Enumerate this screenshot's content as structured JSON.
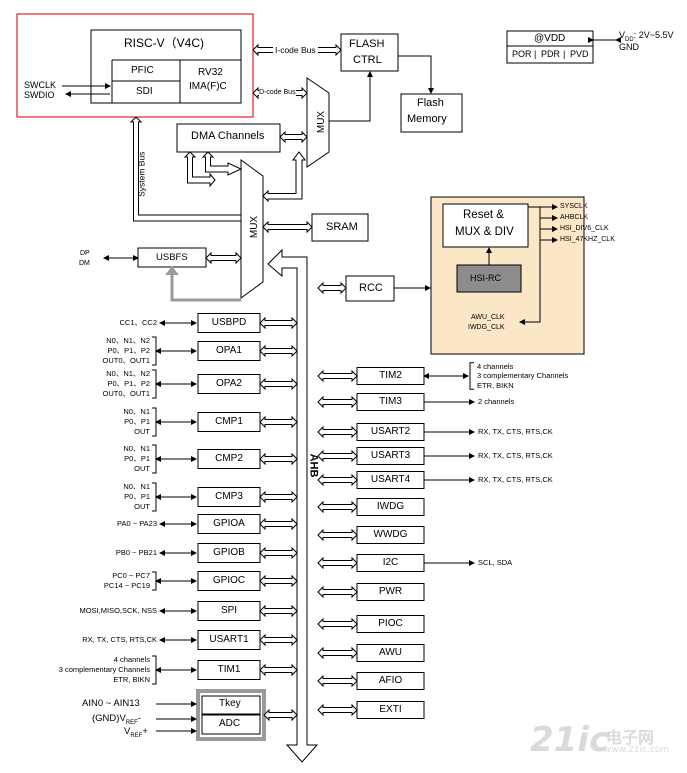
{
  "core": {
    "title": "RISC-V（V4C)",
    "pfic": "PFIC",
    "sdi": "SDI",
    "rv32_line1": "RV32",
    "rv32_line2": "IMA(F)C",
    "swclk": "SWCLK",
    "swdio": "SWDIO"
  },
  "buses": {
    "icode": "I-code Bus",
    "dcode": "D-code Bus",
    "system": "System Bus",
    "ahb": "AHB",
    "mux": "MUX"
  },
  "flash_ctrl": {
    "line1": "FLASH",
    "line2": "CTRL"
  },
  "flash_memory": {
    "line1": "Flash",
    "line2": "Memory"
  },
  "dma": "DMA Channels",
  "sram": "SRAM",
  "rcc": "RCC",
  "usbfs": {
    "name": "USBFS",
    "pins": [
      "DP",
      "DM"
    ]
  },
  "vdd": {
    "title": "@VDD",
    "items": [
      "POR",
      "PDR",
      "PVD"
    ],
    "vdd_range": "V",
    "vdd_sub": "DD",
    "vdd_rest": ": 2V~5.5V",
    "gnd": "GND"
  },
  "clock": {
    "reset_mux_line1": "Reset &",
    "reset_mux_line2": "MUX & DIV",
    "hsi_rc": "HSI-RC",
    "outputs": [
      "SYSCLK",
      "AHBCLK",
      "HSI_DIV6_CLK",
      "HSI_47KHZ_CLK"
    ],
    "inputs": [
      "AWU_CLK",
      "IWDG_CLK"
    ]
  },
  "left_blocks": [
    {
      "name": "USBPD",
      "pins": [
        "CC1、CC2"
      ]
    },
    {
      "name": "OPA1",
      "pins": [
        "N0、N1、N2",
        "P0、P1、P2",
        "OUT0、OUT1"
      ]
    },
    {
      "name": "OPA2",
      "pins": [
        "N0、N1、N2",
        "P0、P1、P2",
        "OUT0、OUT1"
      ]
    },
    {
      "name": "CMP1",
      "pins": [
        "N0、N1",
        "P0、P1",
        "OUT"
      ]
    },
    {
      "name": "CMP2",
      "pins": [
        "N0、N1",
        "P0、P1",
        "OUT"
      ]
    },
    {
      "name": "CMP3",
      "pins": [
        "N0、N1",
        "P0、P1",
        "OUT"
      ]
    },
    {
      "name": "GPIOA",
      "pins": [
        "PA0 ~ PA23"
      ]
    },
    {
      "name": "GPIOB",
      "pins": [
        "PB0 ~ PB21"
      ]
    },
    {
      "name": "GPIOC",
      "pins": [
        "PC0 ~ PC7",
        "PC14 ~ PC19"
      ]
    },
    {
      "name": "SPI",
      "pins": [
        "MOSI,MISO,SCK, NSS"
      ]
    },
    {
      "name": "USART1",
      "pins": [
        "RX, TX, CTS, RTS,CK"
      ]
    },
    {
      "name": "TIM1",
      "pins": [
        "4 channels",
        "3 complementary Channels",
        "ETR, BIKN"
      ]
    }
  ],
  "adc_group": {
    "tkey": "Tkey",
    "adc": "ADC",
    "ain": "AIN0 ~ AIN13",
    "vref_minus_pre": "(GND)V",
    "vref_sub": "REF",
    "vref_minus_post": "-",
    "vref_plus_pre": "V",
    "vref_plus_post": "+"
  },
  "right_blocks": [
    {
      "name": "TIM2",
      "pins": [
        "4 channels",
        "3 complementary Channels",
        "ETR, BIKN"
      ]
    },
    {
      "name": "TIM3",
      "pins": [
        "2 channels"
      ]
    },
    {
      "name": "USART2",
      "pins": [
        "RX, TX, CTS, RTS,CK"
      ]
    },
    {
      "name": "USART3",
      "pins": [
        "RX, TX, CTS, RTS,CK"
      ]
    },
    {
      "name": "USART4",
      "pins": [
        "RX, TX, CTS, RTS,CK"
      ]
    },
    {
      "name": "IWDG",
      "pins": []
    },
    {
      "name": "WWDG",
      "pins": []
    },
    {
      "name": "I2C",
      "pins": [
        "SCL, SDA"
      ]
    },
    {
      "name": "PWR",
      "pins": []
    },
    {
      "name": "PIOC",
      "pins": []
    },
    {
      "name": "AWU",
      "pins": []
    },
    {
      "name": "AFIO",
      "pins": []
    },
    {
      "name": "EXTI",
      "pins": []
    }
  ],
  "watermark": {
    "logo": "21ic",
    "cn": "电子网",
    "url": "www.21ic.com"
  },
  "colors": {
    "core_border": "#e0202a",
    "clock_bg": "#fbe6c6",
    "hsi_bg": "#8c8c8c",
    "usb_link": "#9a9a9a",
    "adc_frame": "#9a9a9a"
  }
}
